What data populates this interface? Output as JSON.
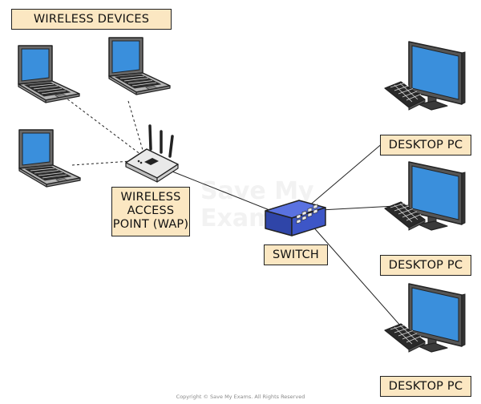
{
  "labels": {
    "wireless_devices": "WIRELESS DEVICES",
    "wap": [
      "WIRELESS",
      "ACCESS",
      "POINT (WAP)"
    ],
    "switch": "SWITCH",
    "desktop_1": "DESKTOP PC",
    "desktop_2": "DESKTOP PC",
    "desktop_3": "DESKTOP PC"
  },
  "watermark": [
    "Save My",
    "Exams"
  ],
  "copyright": "Copyright © Save My Exams. All Rights Reserved",
  "colors": {
    "label_fill": "#fbe7c2",
    "screen_blue": "#3a8fdc",
    "switch_blue": "#3d56c7",
    "device_gray": "#a8a8a8"
  },
  "connections": {
    "wireless": "dashed",
    "wired": "solid"
  }
}
